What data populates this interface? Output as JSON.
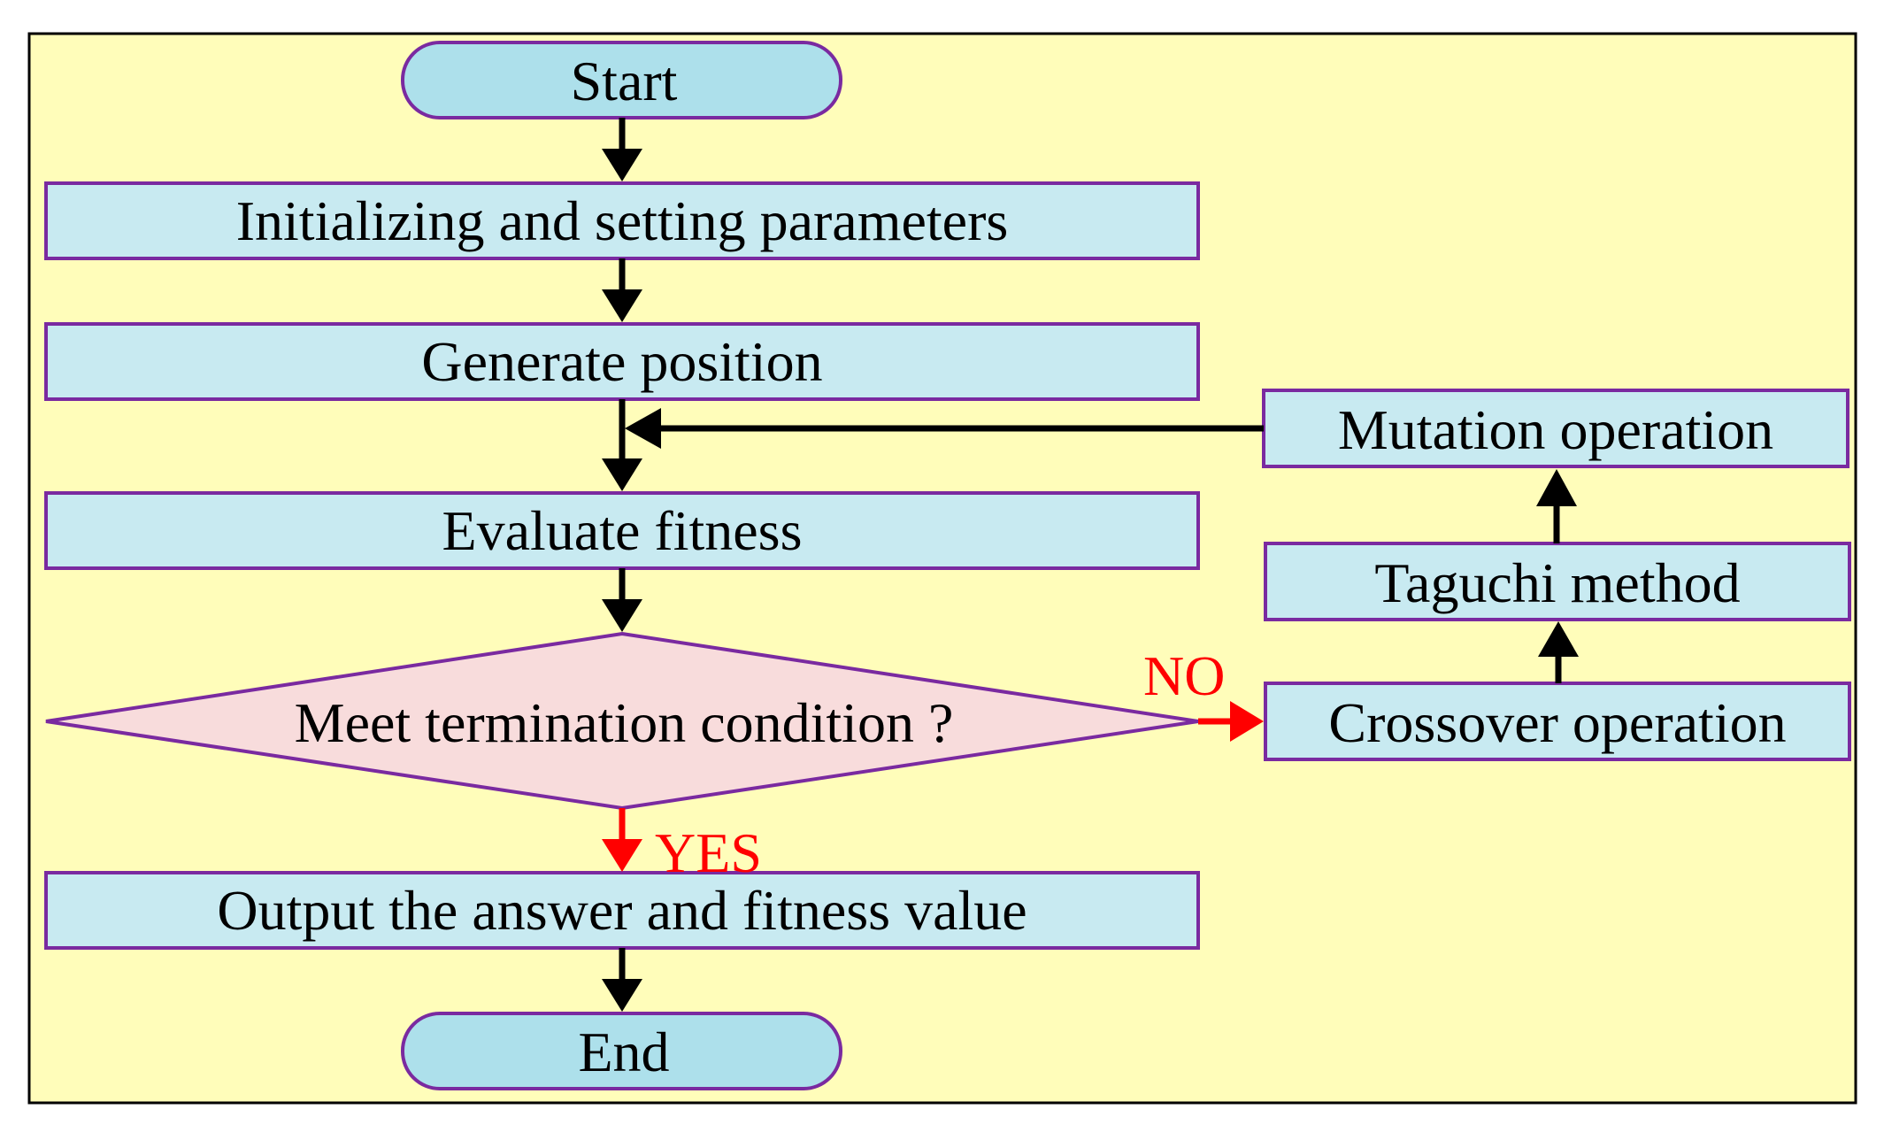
{
  "colors": {
    "background": "#FFFDBA",
    "frame": "#000000",
    "terminal_fill": "#ADE0EB",
    "process_fill": "#C8EAF1",
    "decision_fill": "#F8DCDC",
    "shape_border": "#7A2AA0",
    "arrow": "#000000",
    "branch": "#FF0000"
  },
  "nodes": {
    "start": "Start",
    "init": "Initializing and setting parameters",
    "generate": "Generate position",
    "evaluate": "Evaluate fitness",
    "decision": "Meet termination condition ?",
    "output": "Output the answer and fitness value",
    "end": "End",
    "crossover": "Crossover operation",
    "taguchi": "Taguchi method",
    "mutation": "Mutation operation"
  },
  "branches": {
    "no": "NO",
    "yes": "YES"
  }
}
